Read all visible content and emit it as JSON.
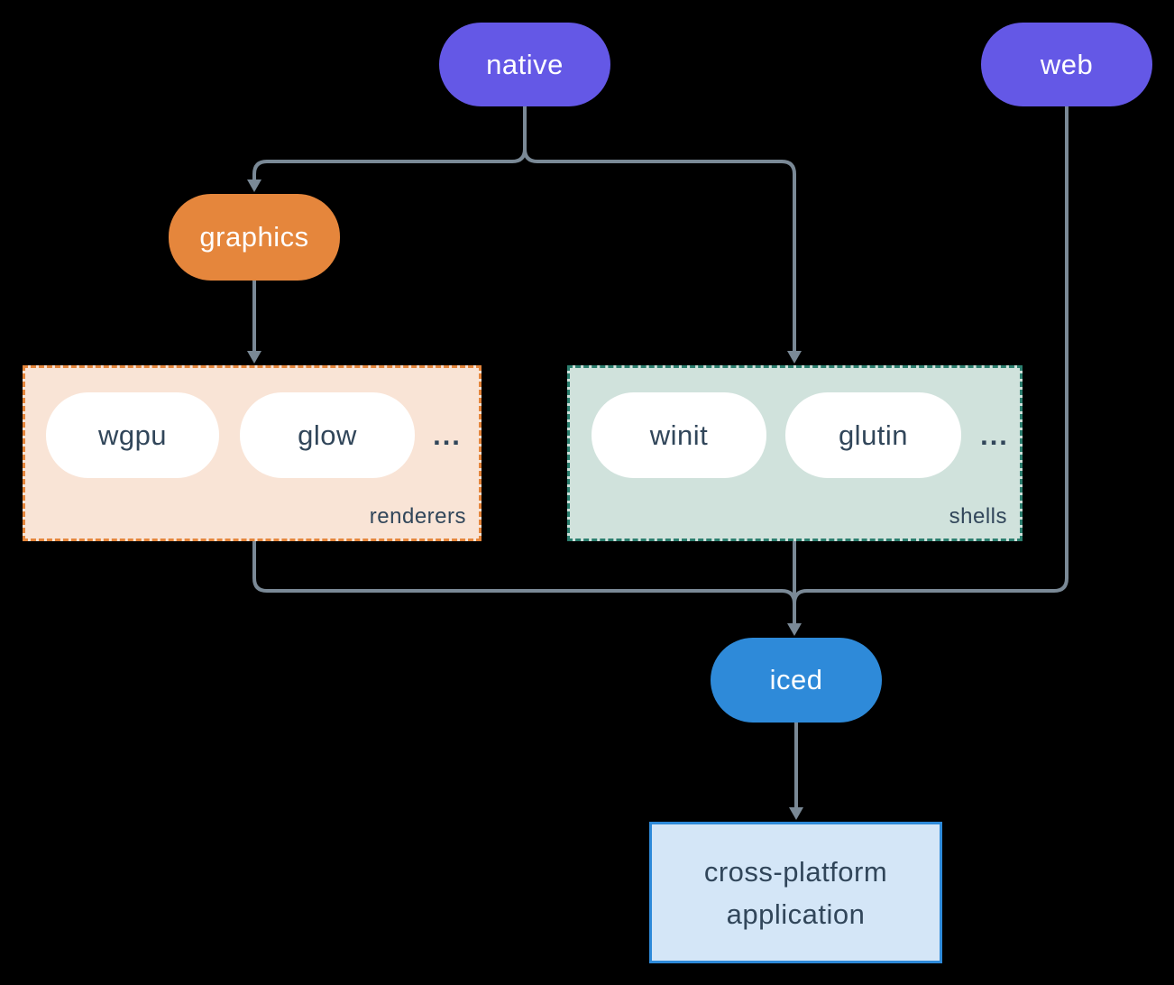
{
  "diagram": {
    "background_color": "#000000",
    "connector_color": "#7a8996",
    "nodes": {
      "native": {
        "label": "native",
        "color": "#6458e6",
        "text_color": "#ffffff"
      },
      "web": {
        "label": "web",
        "color": "#6458e6",
        "text_color": "#ffffff"
      },
      "graphics": {
        "label": "graphics",
        "color": "#e5863c",
        "text_color": "#ffffff"
      },
      "iced": {
        "label": "iced",
        "color": "#2e8ad9",
        "text_color": "#ffffff"
      },
      "application": {
        "label_line1": "cross-platform",
        "label_line2": "application",
        "bg_color": "#d4e6f7",
        "border_color": "#2e8ad9",
        "text_color": "#31465a"
      }
    },
    "groups": {
      "renderers": {
        "label": "renderers",
        "ellipsis": "...",
        "bg_color": "#f9e4d6",
        "border_color": "#e5863c",
        "items": [
          {
            "label": "wgpu"
          },
          {
            "label": "glow"
          }
        ]
      },
      "shells": {
        "label": "shells",
        "ellipsis": "...",
        "bg_color": "#d0e2dc",
        "border_color": "#2c7f6f",
        "items": [
          {
            "label": "winit"
          },
          {
            "label": "glutin"
          }
        ]
      }
    },
    "edges": [
      "native->graphics",
      "native->shells",
      "graphics->renderers",
      "renderers->iced",
      "shells->iced",
      "web->iced",
      "iced->application"
    ]
  }
}
